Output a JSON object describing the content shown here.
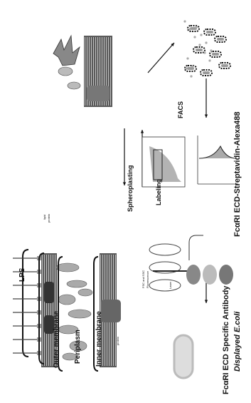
{
  "labels": {
    "lps": "LPS",
    "lipid": "lipid",
    "protein": "protein",
    "protein_inner": "protein",
    "outer_membrane": "Outer membrane",
    "periplasm": "Periplasm",
    "inner_membrane": "Inner membrane",
    "title_top": "FcαRI ECD-Streptavidin-Alexa488",
    "title_bottom_line1": "FcαRI ECD Specific Antibody",
    "title_bottom_line2": "Displayed E.coli",
    "spheroplasting": "Spheroplasting",
    "labeling": "Labeling",
    "facs": "FACS",
    "fsc_ssc": "FSC and SSC",
    "fluorescence": "Fluorescence",
    "laser": "Laser"
  }
}
